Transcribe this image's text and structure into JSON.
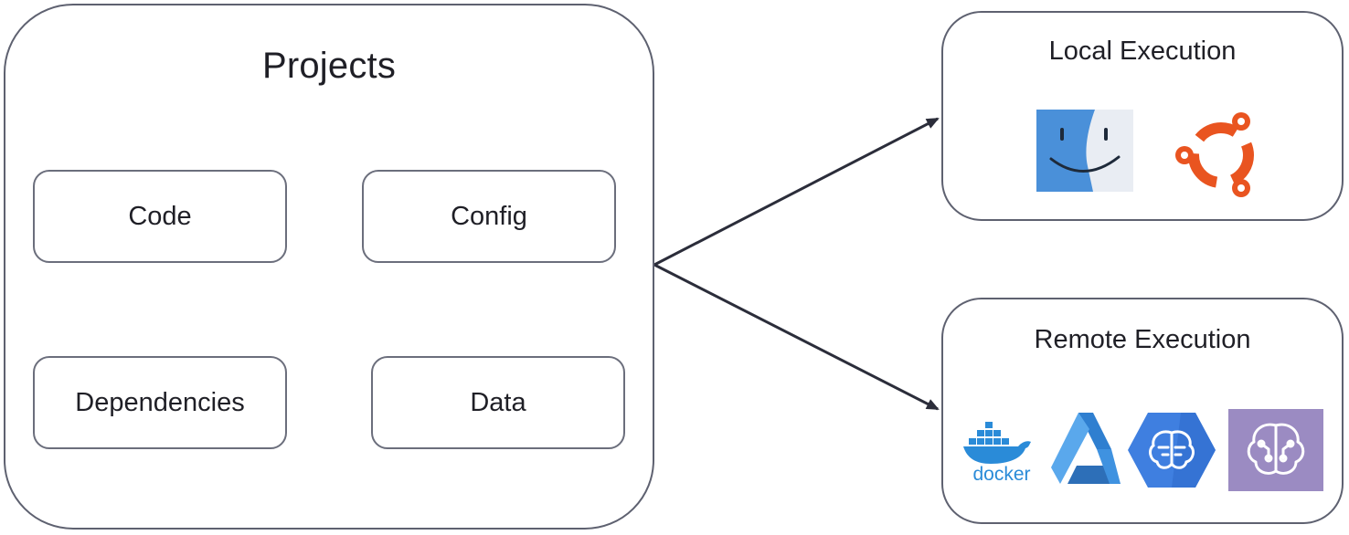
{
  "projects": {
    "title": "Projects",
    "items": {
      "code": "Code",
      "config": "Config",
      "dependencies": "Dependencies",
      "data": "Data"
    }
  },
  "local_execution": {
    "title": "Local Execution",
    "logos": [
      "macos-finder-icon",
      "ubuntu-icon"
    ]
  },
  "remote_execution": {
    "title": "Remote Execution",
    "logos": [
      "docker-icon",
      "azure-ml-icon",
      "google-ai-platform-icon",
      "sagemaker-icon"
    ],
    "docker_wordmark": "docker"
  },
  "colors": {
    "outline": "#5e6170",
    "arrow": "#2b2d3a",
    "finder_blue": "#4a90d9",
    "ubuntu_orange": "#e95420",
    "docker_blue": "#2a8bd8",
    "azure_blue": "#3a8fd6",
    "gcp_blue": "#3f7fe0",
    "sagemaker_purple": "#9b8bc2"
  }
}
